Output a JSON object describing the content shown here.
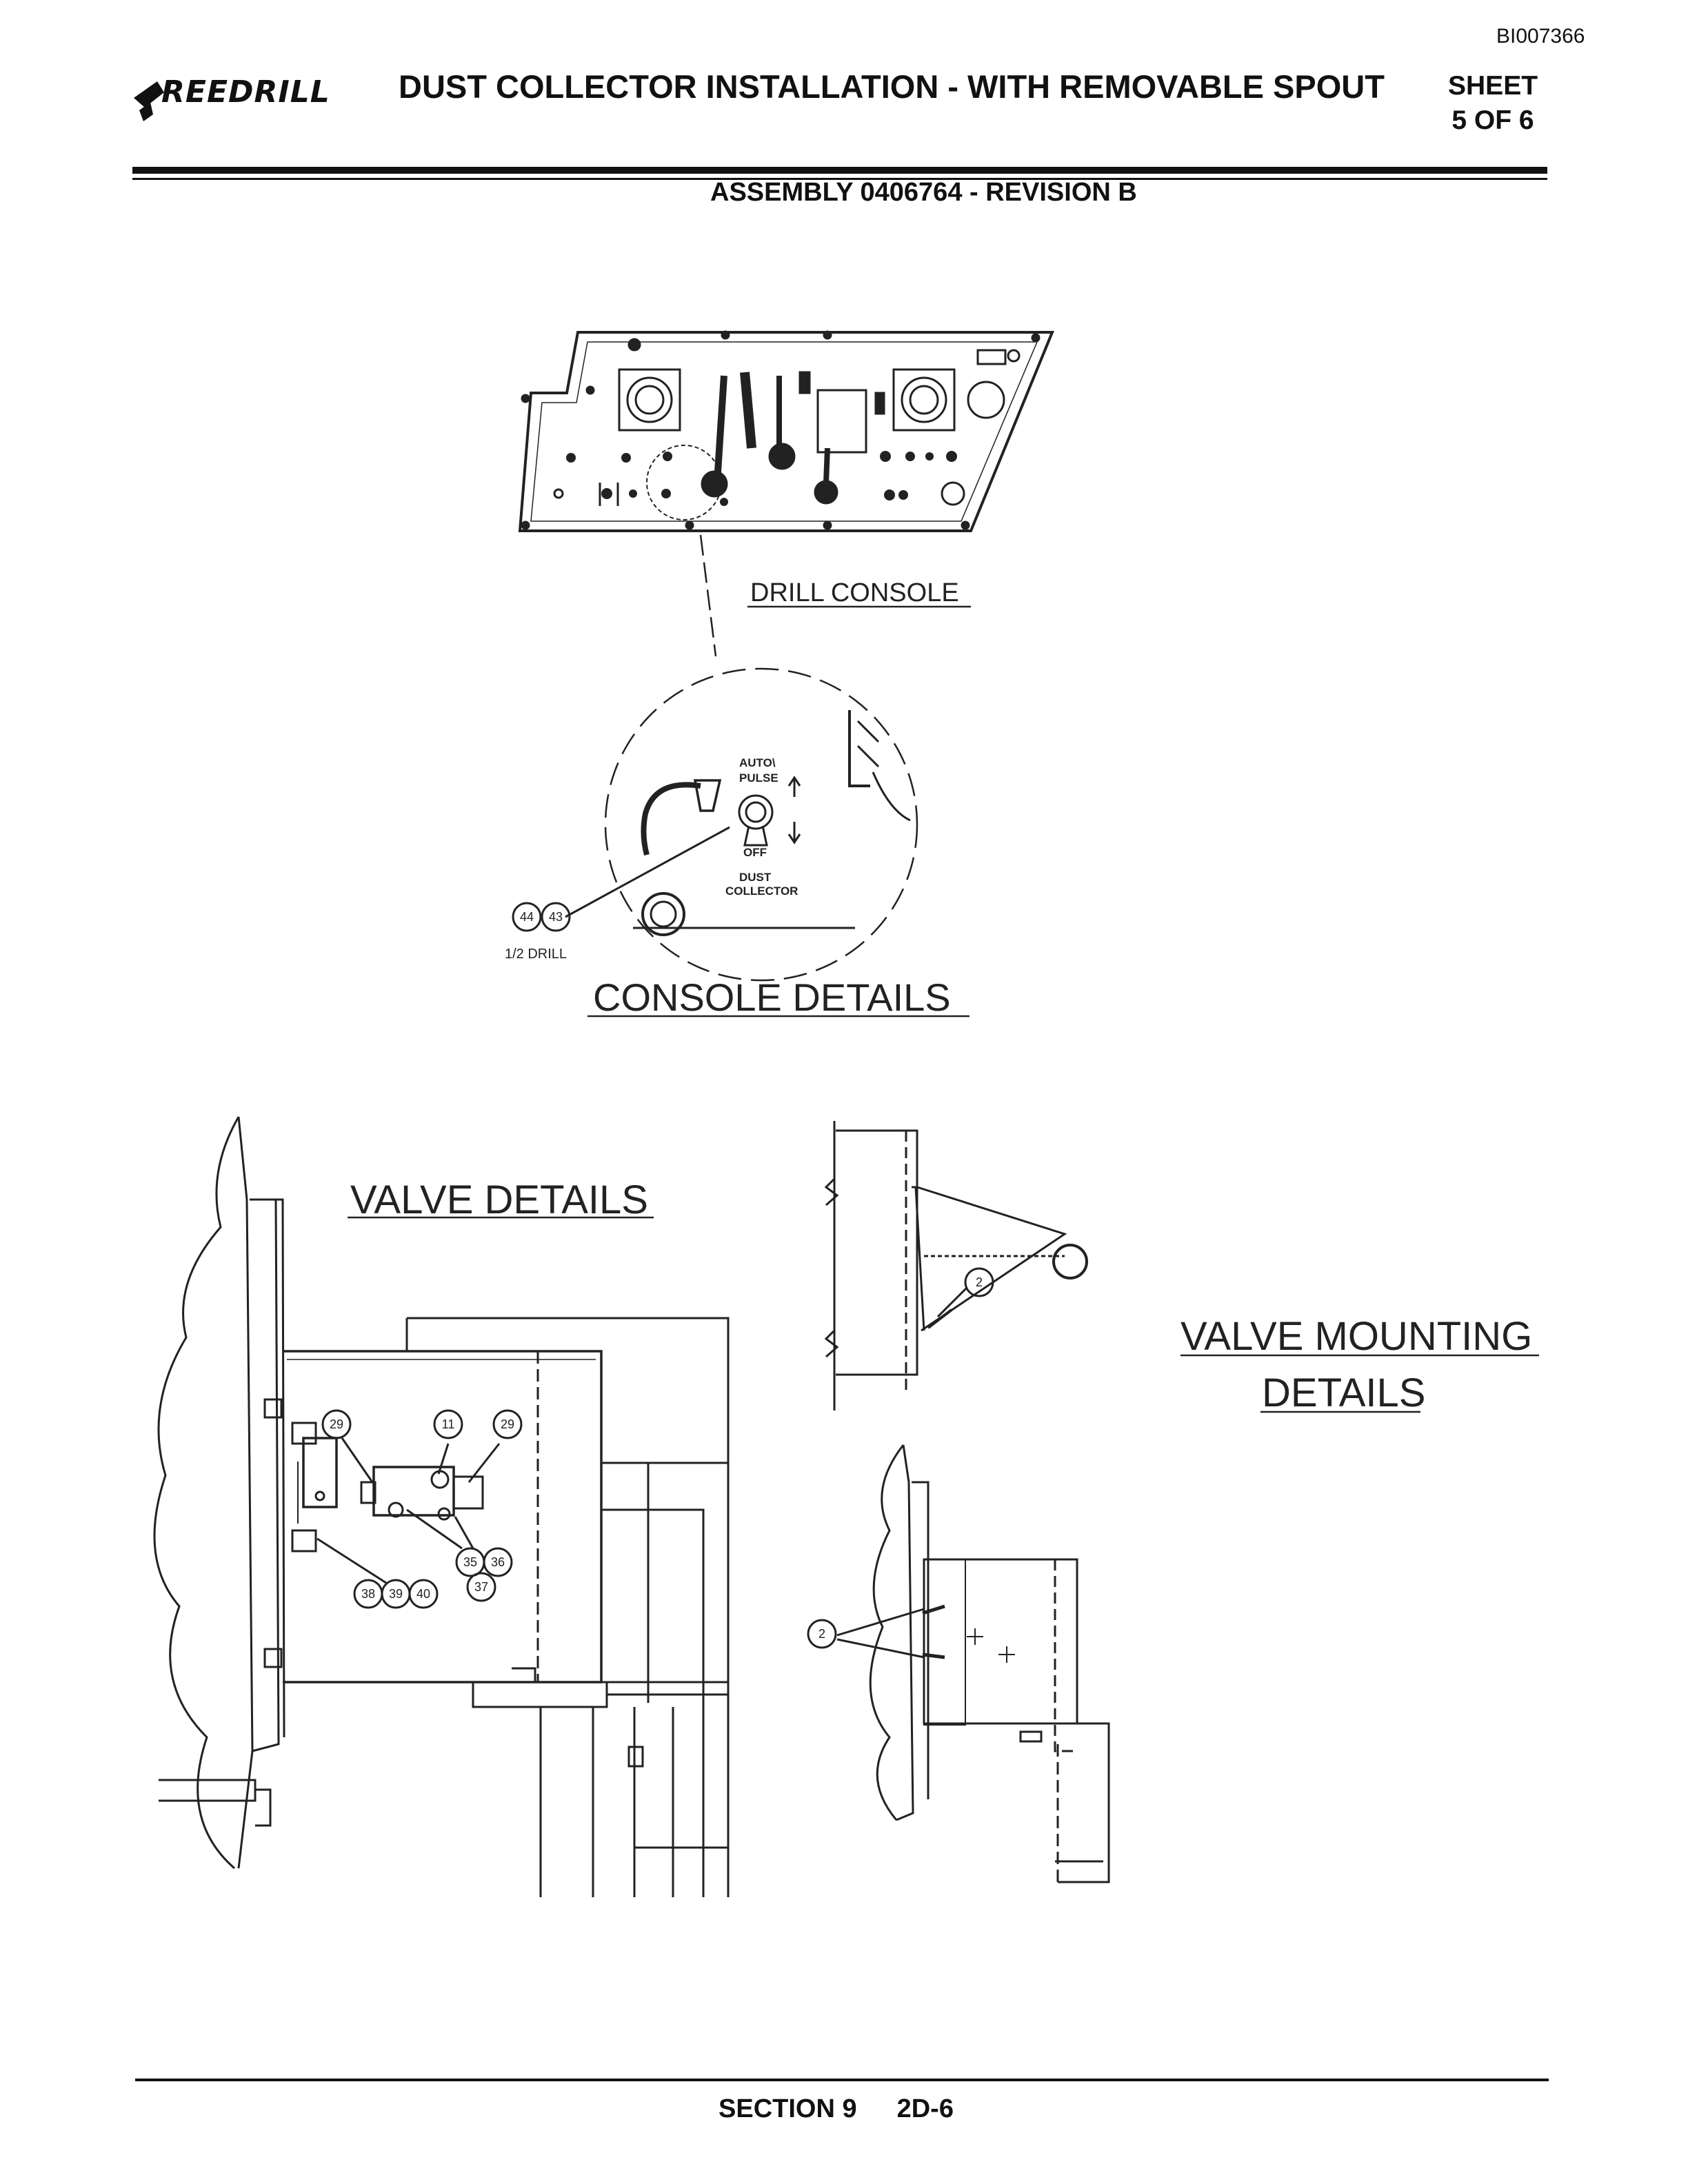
{
  "header": {
    "doc_id": "BI007366",
    "logo_text": "REEDRILL",
    "title": "DUST COLLECTOR INSTALLATION - WITH REMOVABLE SPOUT",
    "sheet_label": "SHEET",
    "sheet_number": "5 OF 6",
    "assembly": "ASSEMBLY 0406764 - REVISION B"
  },
  "drawing": {
    "drill_console_label": "DRILL CONSOLE",
    "console_details_label": "CONSOLE DETAILS",
    "switch_top_line1": "AUTO\\",
    "switch_top_line2": "PULSE",
    "switch_off": "OFF",
    "switch_name_line1": "DUST",
    "switch_name_line2": "COLLECTOR",
    "drill_note": "1/2 DRILL",
    "valve_details_label": "VALVE DETAILS",
    "valve_mounting_line1": "VALVE MOUNTING",
    "valve_mounting_line2": "DETAILS",
    "callouts": [
      "44",
      "43",
      "29",
      "11",
      "29",
      "35",
      "36",
      "37",
      "38",
      "39",
      "40",
      "2",
      "2"
    ]
  },
  "footer": {
    "section": "SECTION 9",
    "page": "2D-6"
  }
}
